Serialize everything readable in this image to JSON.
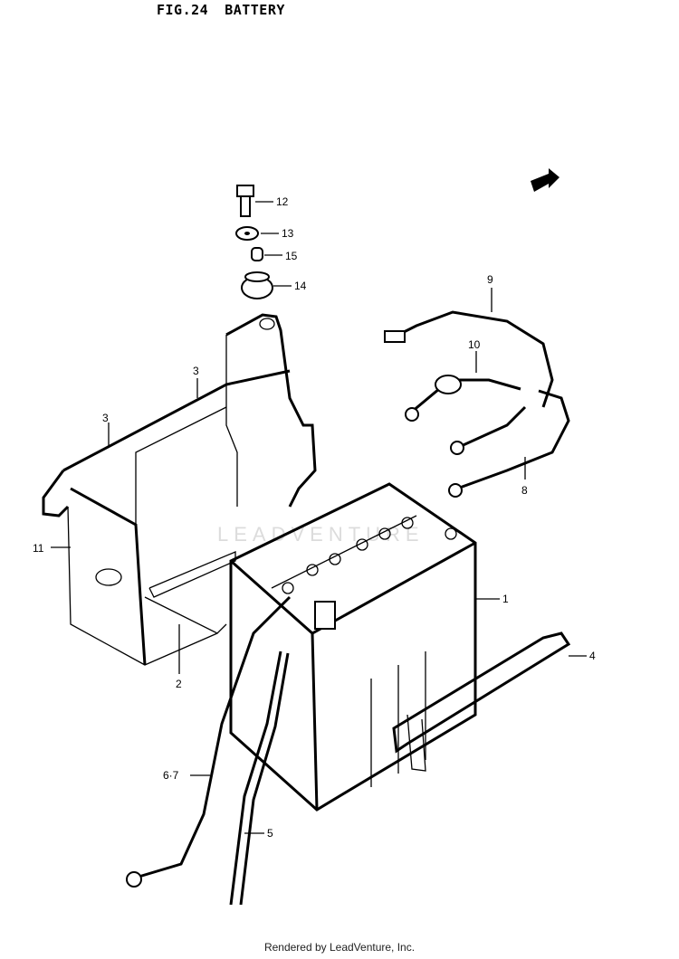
{
  "header": {
    "fig": "FIG.24",
    "name": "BATTERY"
  },
  "footer": {
    "credit": "Rendered by LeadVenture, Inc."
  },
  "watermark": {
    "text": "LEADVENTURE"
  },
  "callouts": [
    {
      "id": "c12",
      "text": "12"
    },
    {
      "id": "c13",
      "text": "13"
    },
    {
      "id": "c15",
      "text": "15"
    },
    {
      "id": "c14",
      "text": "14"
    },
    {
      "id": "c9",
      "text": "9"
    },
    {
      "id": "c10",
      "text": "10"
    },
    {
      "id": "c3a",
      "text": "3"
    },
    {
      "id": "c3b",
      "text": "3"
    },
    {
      "id": "c8",
      "text": "8"
    },
    {
      "id": "c11",
      "text": "11"
    },
    {
      "id": "c1",
      "text": "1"
    },
    {
      "id": "c2",
      "text": "2"
    },
    {
      "id": "c4",
      "text": "4"
    },
    {
      "id": "c67",
      "text": "6·7"
    },
    {
      "id": "c5",
      "text": "5"
    }
  ],
  "icons": {
    "direction_arrow": "front-arrow-icon"
  }
}
